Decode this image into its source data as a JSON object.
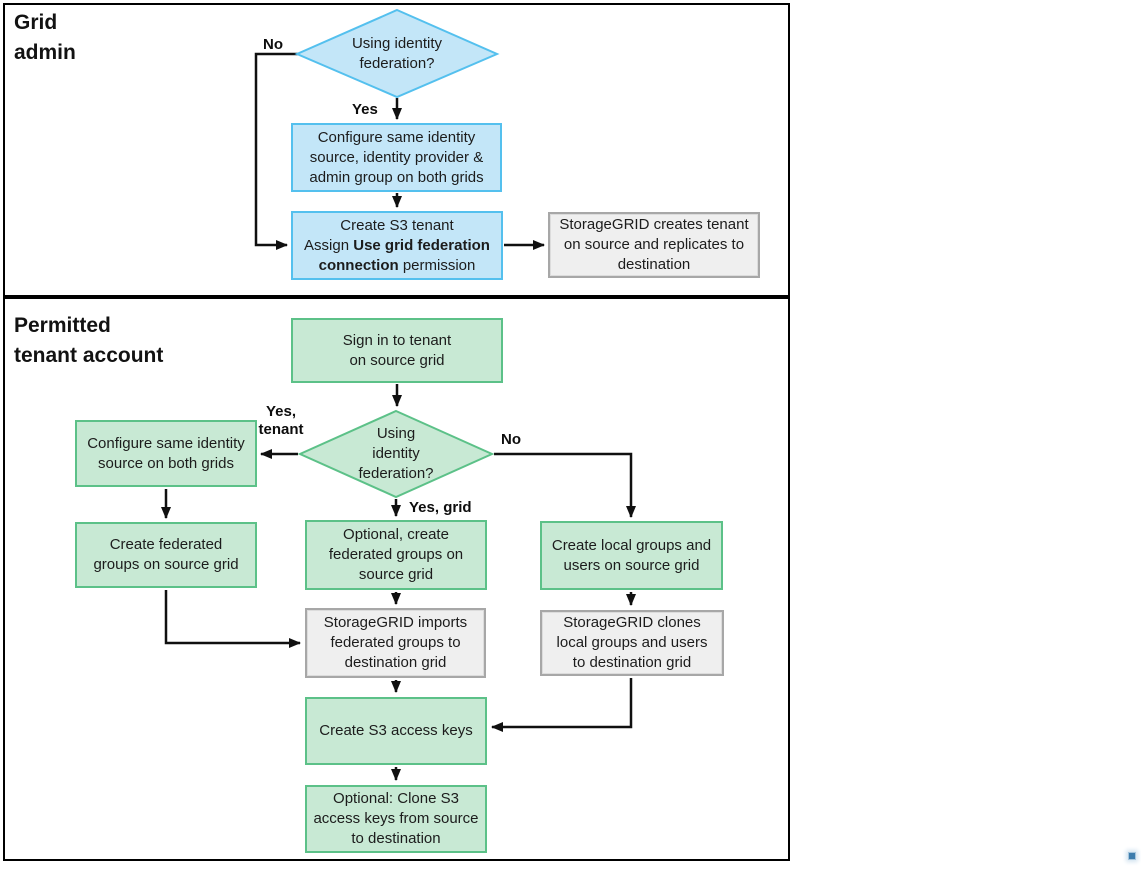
{
  "colors": {
    "panel_border": "#000000",
    "blue_fill": "#c3e6f8",
    "blue_border": "#54c0ee",
    "green_fill": "#c8e9d4",
    "green_border": "#5cc188",
    "gray_fill": "#efefef",
    "gray_border": "#a7a7a7",
    "arrow": "#101010"
  },
  "grid_admin": {
    "title": "Grid\nadmin",
    "decision": "Using  identity\nfederation?",
    "label_no": "No",
    "label_yes": "Yes",
    "box_configure": "Configure same identity\nsource, identity provider &\nadmin group on both grids",
    "box_create_tenant": {
      "line1": "Create S3 tenant",
      "line2_regular": "Assign ",
      "line2_bold": "Use grid federation",
      "line3_bold": "connection",
      "line3_regular": " permission"
    },
    "box_replicates": "StorageGRID creates tenant\non source and replicates to\ndestination"
  },
  "tenant": {
    "title": "Permitted\ntenant account",
    "box_sign_in": "Sign in to tenant\non source grid",
    "decision": "Using\nidentity\nfederation?",
    "label_yes_tenant": "Yes,\ntenant",
    "label_no": "No",
    "label_yes_grid": "Yes, grid",
    "box_configure_source": "Configure same identity\nsource on both grids",
    "box_create_federated": "Create federated\ngroups on source grid",
    "box_optional_create": "Optional, create\nfederated groups on\nsource grid",
    "box_imports": "StorageGRID imports\nfederated groups to\ndestination grid",
    "box_local_groups": "Create local groups and\nusers on source grid",
    "box_clones": "StorageGRID clones\nlocal groups and users\nto destination grid",
    "box_s3_keys": "Create S3 access keys",
    "box_clone_keys": "Optional: Clone S3\naccess keys from source\nto destination"
  }
}
